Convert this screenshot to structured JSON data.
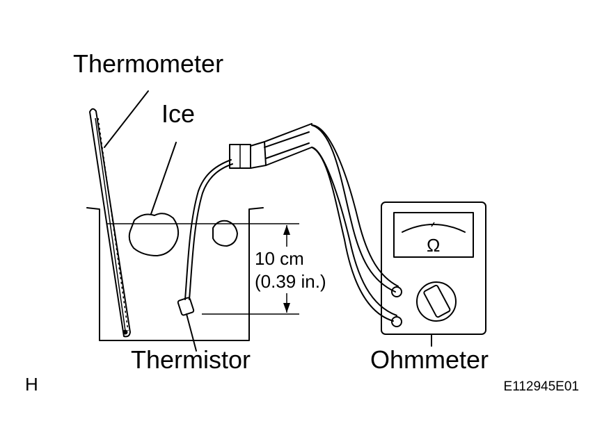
{
  "labels": {
    "thermometer": "Thermometer",
    "ice": "Ice",
    "distance_line1": "10 cm",
    "distance_line2": "(0.39 in.)",
    "thermistor": "Thermistor",
    "ohmmeter": "Ohmmeter",
    "ohm_symbol": "Ω",
    "corner_letter": "H",
    "figure_code": "E112945E01"
  }
}
